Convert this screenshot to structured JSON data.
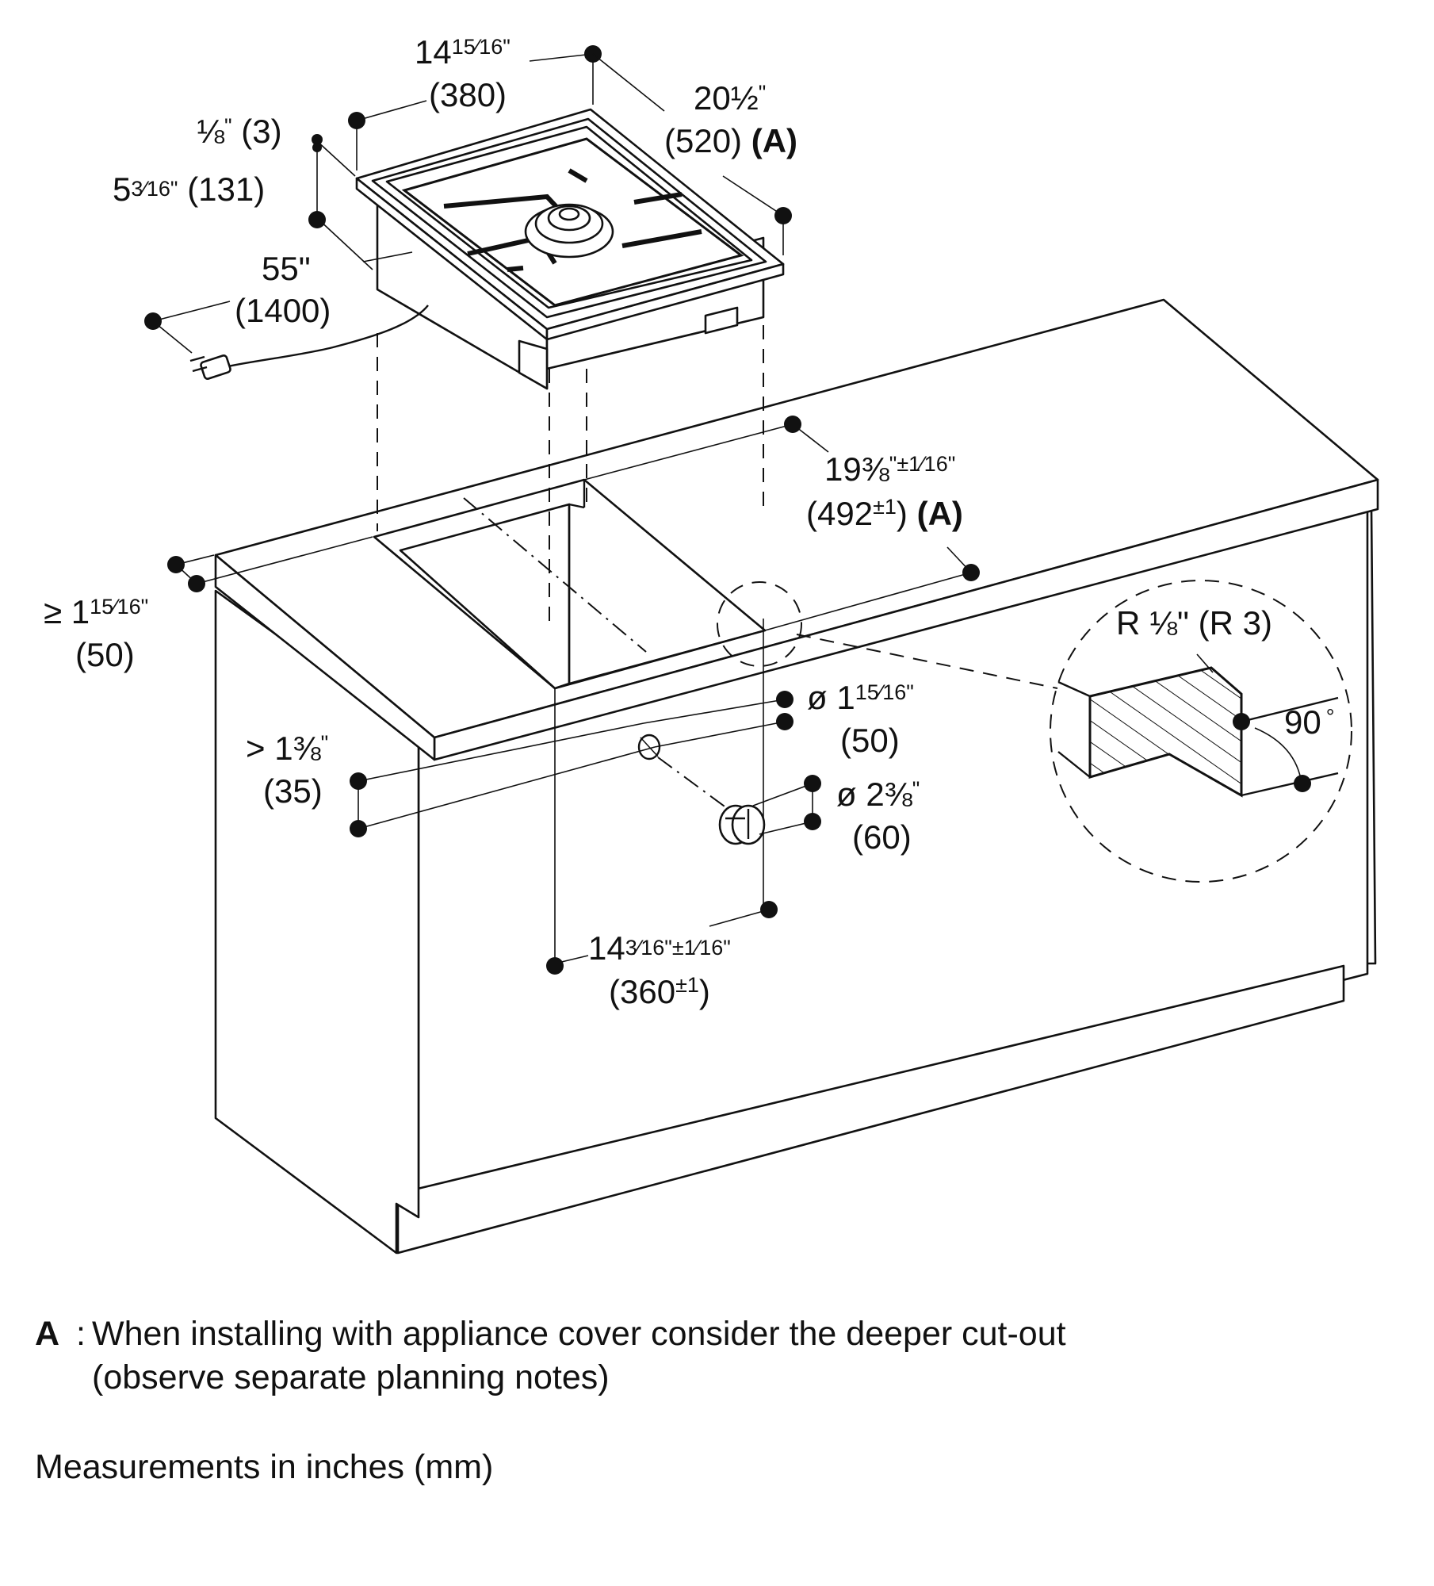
{
  "dimensions": {
    "device_width": {
      "inch_whole": "14",
      "inch_fraction": "15⁄16",
      "inch_mark": "\"",
      "mm": "(380)"
    },
    "device_depth": {
      "inch_whole": "20",
      "inch_fraction": "½",
      "inch_mark": "\"",
      "mm": "(520)",
      "ref": "(A)"
    },
    "rim_height": {
      "inch_fraction": "⅛",
      "inch_mark": "\"",
      "mm": "(3)"
    },
    "body_height": {
      "inch_whole": "5",
      "inch_fraction": "3⁄16",
      "inch_mark": "\"",
      "mm": "(131)"
    },
    "cable_length": {
      "inch": "55\"",
      "mm": "(1400)"
    },
    "front_distance": {
      "prefix": "≥",
      "inch_whole": "1",
      "inch_fraction": "15⁄16",
      "inch_mark": "\"",
      "mm": "(50)"
    },
    "cutout_depth": {
      "inch_whole": "19",
      "inch_fraction": "⅜",
      "inch_mark": "\"",
      "tolerance": "±1⁄16\"",
      "mm": "(492",
      "mm_tolerance": "±1",
      "mm_close": ")",
      "ref": "(A)"
    },
    "cutout_width": {
      "inch_whole": "14",
      "inch_fraction": "3⁄16",
      "inch_mark": "\"",
      "tolerance": "±1⁄16\"",
      "mm": "(360",
      "mm_tolerance": "±1",
      "mm_close": ")"
    },
    "gas_hole_diameter": {
      "prefix": "ø",
      "inch_whole": "1",
      "inch_fraction": "15⁄16",
      "inch_mark": "\"",
      "mm": "(50)"
    },
    "knob_diameter": {
      "prefix": "ø",
      "inch_whole": "2",
      "inch_fraction": "⅜",
      "inch_mark": "\"",
      "mm": "(60)"
    },
    "knob_edge_distance": {
      "prefix": ">",
      "inch_whole": "1",
      "inch_fraction": "⅜",
      "inch_mark": "\"",
      "mm": "(35)"
    },
    "corner_radius": {
      "text": "R ⅛\" (R 3)"
    },
    "angle": {
      "text": "90",
      "unit": "°"
    }
  },
  "notes": {
    "a_key": "A",
    "a_colon": ":",
    "a_line1": "When installing with appliance cover consider the deeper cut-out",
    "a_line2": "(observe separate planning notes)",
    "units": "Measurements in inches (mm)"
  }
}
